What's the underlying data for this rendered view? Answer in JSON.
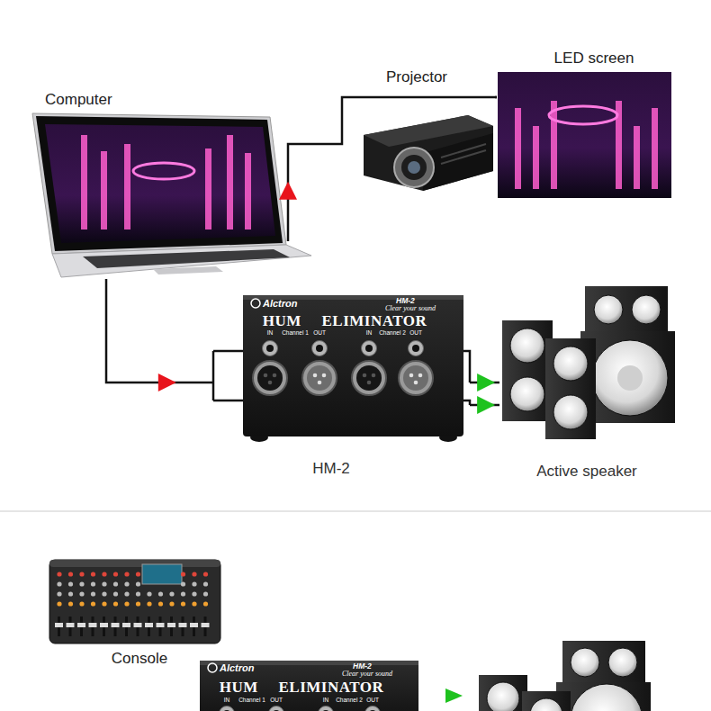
{
  "diagram": {
    "nodes": [
      {
        "text": [
          "Computer"
        ]
      },
      {
        "text": [
          "Projector"
        ]
      },
      {
        "text": [
          "LED screen"
        ]
      },
      {
        "text": [
          "Alctron",
          "HM-2",
          "Clear your sound",
          "HUM ELIMINATOR",
          "IN",
          "Channel 1",
          "OUT",
          "IN",
          "Channel 2",
          "OUT",
          "HM-2"
        ]
      },
      {
        "text": [
          "Active speaker"
        ]
      },
      {
        "text": [
          "Console"
        ]
      }
    ],
    "edges": [
      {
        "from": 0,
        "to": 1,
        "arrow": "to"
      },
      {
        "from": 1,
        "to": 2,
        "arrow": "none"
      },
      {
        "from": 0,
        "to": 3,
        "arrow": "to"
      },
      {
        "from": 3,
        "to": 4,
        "arrow": "to"
      },
      {
        "from": 3,
        "to": 4,
        "arrow": "to"
      }
    ],
    "labels": [
      "Alctron",
      "HM-2",
      "Clear your sound",
      "HUM ELIMINATOR",
      "IN",
      "Channel 1",
      "OUT",
      "IN",
      "Channel 2",
      "OUT"
    ]
  }
}
